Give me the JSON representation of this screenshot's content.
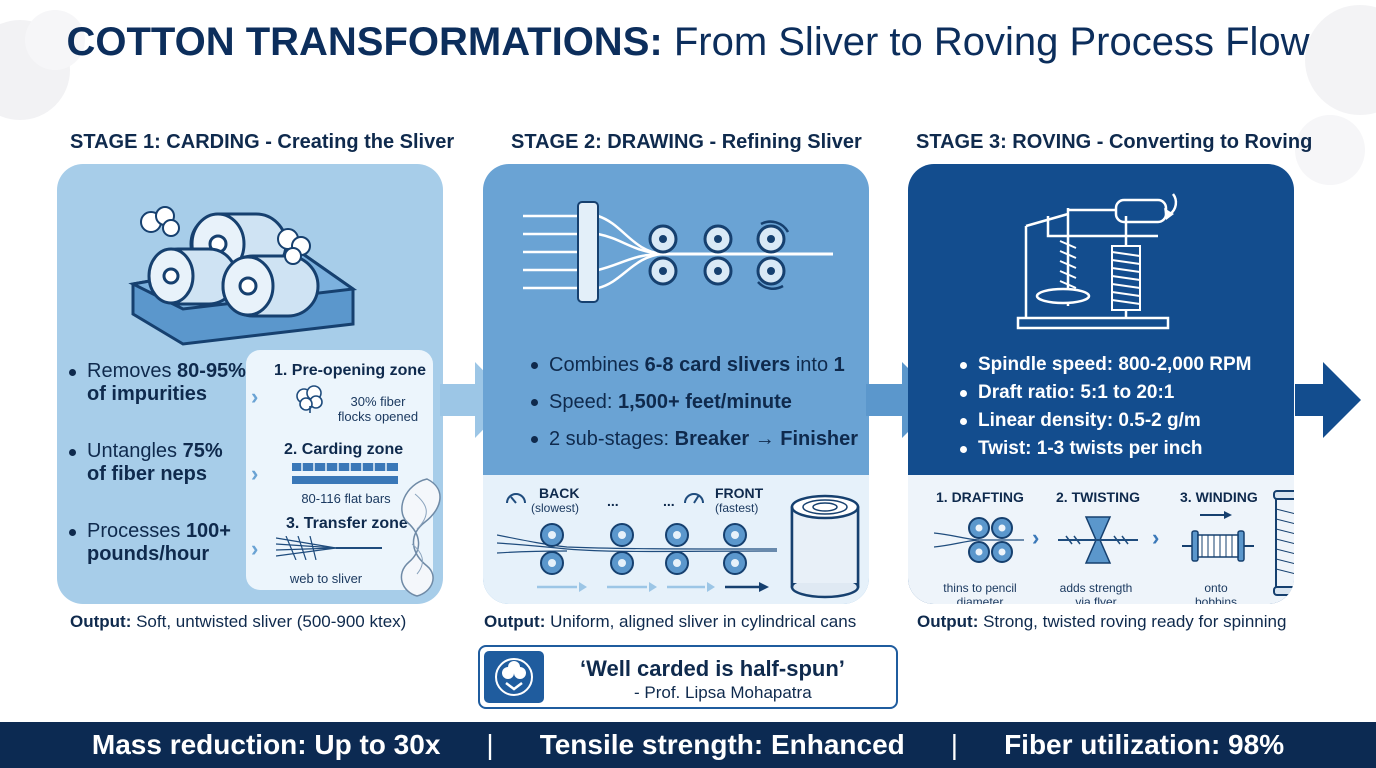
{
  "title": {
    "bold": "COTTON TRANSFORMATIONS:",
    "rest": "From Sliver to Roving Process Flow"
  },
  "stages": [
    {
      "heading": "STAGE 1: CARDING - Creating the Sliver",
      "bullets": [
        {
          "pre": "Removes ",
          "bold": "80-95%",
          "post": "",
          "line2_bold": "of impurities",
          "line2": ""
        },
        {
          "pre": "Untangles ",
          "bold": "75%",
          "post": "",
          "line2_bold": "of fiber neps",
          "line2": ""
        },
        {
          "pre": "Processes ",
          "bold": "100+",
          "post": "",
          "line2_bold": "pounds/hour",
          "line2": ""
        }
      ],
      "zones": [
        {
          "title": "1. Pre-opening zone",
          "note": "30% fiber\nflocks opened"
        },
        {
          "title": "2. Carding zone",
          "note": "80-116 flat bars"
        },
        {
          "title": "3. Transfer zone",
          "note": "web to sliver"
        }
      ],
      "output_label": "Output:",
      "output_text": "Soft, untwisted sliver (500-900 ktex)"
    },
    {
      "heading": "STAGE 2: DRAWING - Refining Sliver",
      "bullets": [
        {
          "pre": "Combines ",
          "bold": "6-8 card slivers",
          "mid": " into ",
          "bold2": "1"
        },
        {
          "pre": "Speed: ",
          "bold": "1,500+ feet/minute",
          "mid": "",
          "bold2": ""
        },
        {
          "pre": "2 sub-stages: ",
          "bold": "Breaker",
          "mid": " → ",
          "bold2": "Finisher"
        }
      ],
      "back_label": "BACK",
      "back_note": "(slowest)",
      "dots": "...",
      "front_label": "FRONT",
      "front_note": "(fastest)",
      "output_label": "Output:",
      "output_text": "Uniform, aligned sliver in cylindrical cans"
    },
    {
      "heading": "STAGE 3: ROVING - Converting to Roving",
      "bullets": [
        "Spindle speed: 800-2,000 RPM",
        "Draft ratio: 5:1 to 20:1",
        "Linear density: 0.5-2 g/m",
        "Twist: 1-3 twists per inch"
      ],
      "substeps": [
        {
          "label": "1. DRAFTING",
          "note": "thins to pencil\ndiameter"
        },
        {
          "label": "2. TWISTING",
          "note": "adds strength\nvia flyer"
        },
        {
          "label": "3. WINDING",
          "note": "onto\nbobbins"
        }
      ],
      "output_label": "Output:",
      "output_text": "Strong, twisted roving ready for spinning"
    }
  ],
  "quote": {
    "text": "‘Well carded is half-spun’",
    "author": "- Prof. Lipsa Mohapatra"
  },
  "footer": {
    "items": [
      "Mass reduction: Up to 30x",
      "Tensile strength: Enhanced",
      "Fiber utilization: 98%"
    ],
    "separator": "|"
  },
  "colors": {
    "navy": "#0c2a52",
    "stage1_panel": "#a7cde9",
    "stage2_panel": "#6aa3d4",
    "stage3_panel": "#134d8e",
    "arrow": "#9cc6e6"
  },
  "icons": [
    "carding-machine-icon",
    "drawing-frame-icon",
    "roving-frame-icon",
    "cotton-boll-icon",
    "sliver-can-icon",
    "bobbin-icon",
    "twisted-sliver-icon"
  ]
}
